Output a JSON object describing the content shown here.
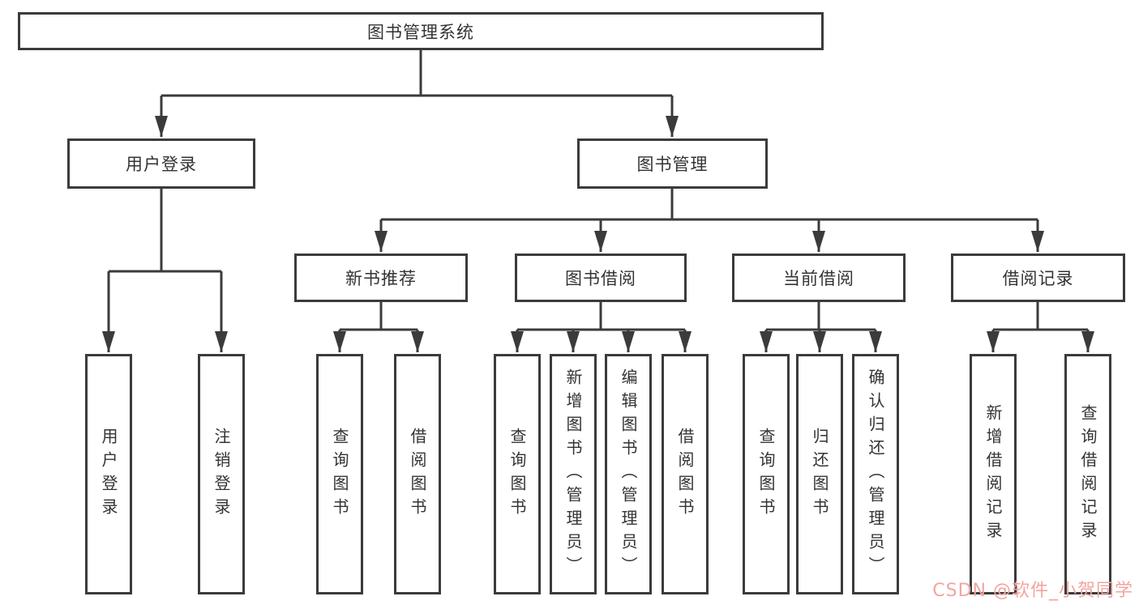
{
  "nodes": {
    "root": "图书管理系统",
    "user_login": "用户登录",
    "book_management": "图书管理",
    "new_book_recommend": "新书推荐",
    "book_borrowing": "图书借阅",
    "current_borrowing": "当前借阅",
    "borrowing_records": "借阅记录",
    "leaves": {
      "user_login": [
        "用户登录",
        "注销登录"
      ],
      "new_book_recommend": [
        "查询图书",
        "借阅图书"
      ],
      "book_borrowing": [
        "查询图书",
        "新增图书（管理员）",
        "编辑图书（管理员）",
        "借阅图书"
      ],
      "current_borrowing": [
        "查询图书",
        "归还图书",
        "确认归还（管理员）"
      ],
      "borrowing_records": [
        "新增借阅记录",
        "查询借阅记录"
      ]
    }
  },
  "watermark": "CSDN @软件_小贺同学",
  "colors": {
    "line": "#3b3b3b",
    "text": "#333333",
    "watermark": "#f2a5a0",
    "background": "#ffffff"
  }
}
